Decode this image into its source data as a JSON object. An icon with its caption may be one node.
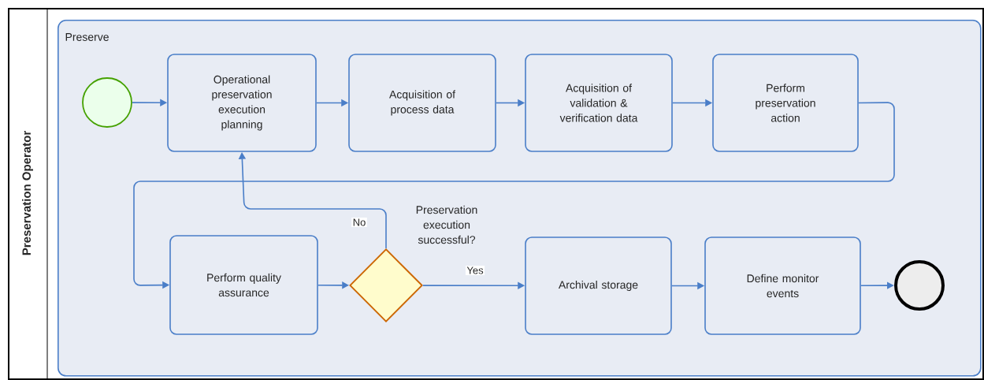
{
  "diagram": {
    "nodes": [
      {
        "text": [
          "Preservation Operator"
        ]
      },
      {
        "text": [
          "Preserve"
        ],
        "in": 0
      },
      {
        "text": [],
        "shape": "circle",
        "in": 1
      },
      {
        "text": [
          "Operational preservation execution planning"
        ],
        "in": 1
      },
      {
        "text": [
          "Acquisition of process data"
        ],
        "in": 1
      },
      {
        "text": [
          "Acquisition of validation & verification data"
        ],
        "in": 1
      },
      {
        "text": [
          "Perform preservation action"
        ],
        "in": 1
      },
      {
        "text": [
          "Perform quality assurance"
        ],
        "in": 1
      },
      {
        "text": [],
        "shape": "diamond",
        "beside": [
          "Preservation execution successful?"
        ],
        "in": 1
      },
      {
        "text": [
          "Archival storage"
        ],
        "in": 1
      },
      {
        "text": [
          "Define monitor events"
        ],
        "in": 1
      },
      {
        "text": [],
        "shape": "circle",
        "in": 1
      }
    ],
    "edges": [
      {
        "from": 2,
        "to": 3,
        "arrow": "to"
      },
      {
        "from": 3,
        "to": 4,
        "arrow": "to"
      },
      {
        "from": 4,
        "to": 5,
        "arrow": "to"
      },
      {
        "from": 5,
        "to": 6,
        "arrow": "to"
      },
      {
        "from": 6,
        "to": 7,
        "arrow": "to"
      },
      {
        "from": 7,
        "to": 8,
        "arrow": "to"
      },
      {
        "from": 8,
        "to": 3,
        "arrow": "to",
        "label": "No"
      },
      {
        "from": 8,
        "to": 9,
        "arrow": "to",
        "label": "Yes"
      },
      {
        "from": 9,
        "to": 10,
        "arrow": "to"
      },
      {
        "from": 10,
        "to": 11,
        "arrow": "to"
      }
    ]
  }
}
